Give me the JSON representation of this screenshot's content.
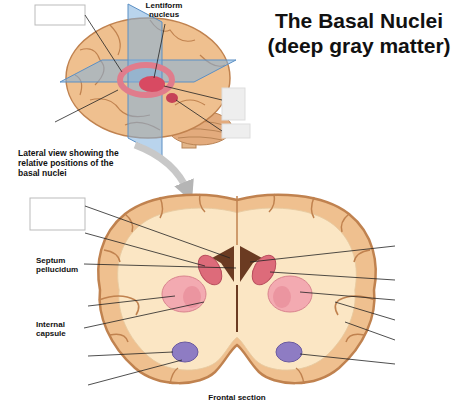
{
  "diagram": {
    "title": "The Basal Nuclei (deep gray matter)",
    "labels": [
      "Lentiform nucleus",
      "Lateral view showing the relative positions of the basal nuclei",
      "Septum pellucidum",
      "Internal capsule",
      "Frontal section"
    ]
  }
}
